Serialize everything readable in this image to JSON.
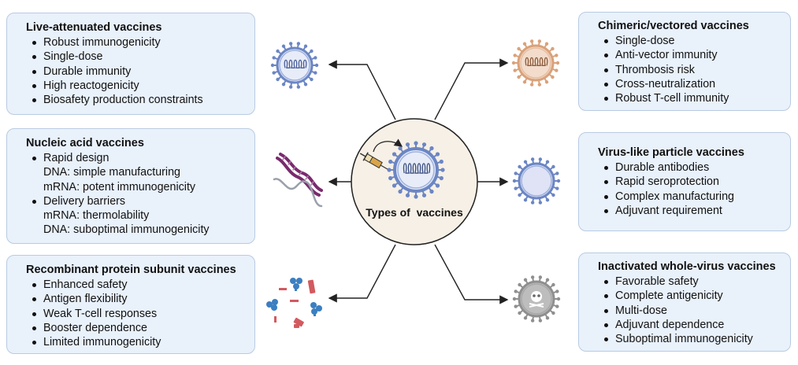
{
  "center": {
    "title": "Types of  vaccines"
  },
  "boxes": {
    "live": {
      "title": "Live-attenuated vaccines",
      "items": [
        "Robust immunogenicity",
        "Single-dose",
        "Durable immunity",
        "High reactogenicity",
        "Biosafety production constraints"
      ]
    },
    "nucleic": {
      "title": "Nucleic acid vaccines",
      "items": [
        {
          "text": "Rapid design",
          "bullet": true
        },
        {
          "text": "DNA: simple manufacturing",
          "bullet": false
        },
        {
          "text": "mRNA: potent immunogenicity",
          "bullet": false
        },
        {
          "text": "Delivery barriers",
          "bullet": true
        },
        {
          "text": "mRNA: thermolability",
          "bullet": false
        },
        {
          "text": "DNA: suboptimal immunogenicity",
          "bullet": false
        }
      ]
    },
    "recombinant": {
      "title": "Recombinant protein subunit vaccines",
      "items": [
        "Enhanced safety",
        "Antigen flexibility",
        "Weak T-cell responses",
        "Booster dependence",
        "Limited immunogenicity"
      ]
    },
    "chimeric": {
      "title": "Chimeric/vectored vaccines",
      "items": [
        "Single-dose",
        "Anti-vector immunity",
        "Thrombosis risk",
        "Cross-neutralization",
        "Robust T-cell immunity"
      ]
    },
    "vlp": {
      "title": "Virus-like particle vaccines",
      "items": [
        "Durable antibodies",
        "Rapid seroprotection",
        "Complex manufacturing",
        "Adjuvant requirement"
      ]
    },
    "inactivated": {
      "title": "Inactivated whole-virus vaccines",
      "items": [
        "Favorable safety",
        "Complete antigenicity",
        "Multi-dose",
        "Adjuvant dependence",
        "Suboptimal immunogenicity"
      ]
    }
  },
  "colors": {
    "box_fill": "#e9f1fb",
    "box_border": "#b9cbe2",
    "center_fill": "#f6f0e6",
    "virus_blue": "#6c86c4",
    "virus_tan": "#d9a27a",
    "virus_gray": "#8f8f8f",
    "dna_purple": "#7a2a6e",
    "protein_red": "#d25a5f",
    "protein_blue": "#3b7fc1"
  },
  "icons": [
    "live-virus-icon",
    "dna-icon",
    "protein-subunit-icon",
    "vector-virus-icon",
    "vlp-icon",
    "inactivated-virus-icon",
    "syringe-icon",
    "central-virus-icon"
  ]
}
